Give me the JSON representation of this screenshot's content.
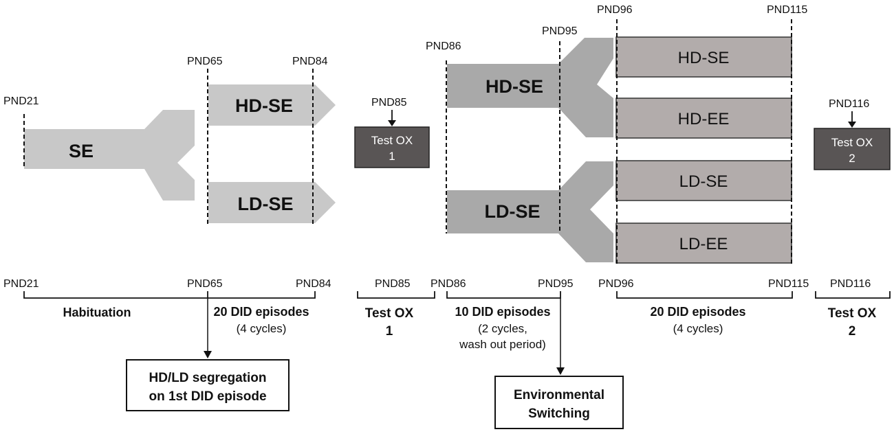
{
  "colors": {
    "light_arrow": "#c8c8c8",
    "mid_arrow": "#a9a9a9",
    "group_box": "#b2acab",
    "test_box": "#595555",
    "text": "#111111"
  },
  "timeline_top": {
    "pnd21": "PND21",
    "pnd65": "PND65",
    "pnd84": "PND84",
    "pnd85": "PND85",
    "pnd86": "PND86",
    "pnd95": "PND95",
    "pnd96": "PND96",
    "pnd115": "PND115",
    "pnd116": "PND116"
  },
  "phase1": {
    "se": "SE",
    "hd_se": "HD-SE",
    "ld_se": "LD-SE"
  },
  "test1": {
    "line1": "Test OX",
    "line2": "1"
  },
  "phase2": {
    "hd_se": "HD-SE",
    "ld_se": "LD-SE"
  },
  "groups": [
    "HD-SE",
    "HD-EE",
    "LD-SE",
    "LD-EE"
  ],
  "test2": {
    "line1": "Test OX",
    "line2": "2"
  },
  "timeline_bottom": {
    "pnd21": "PND21",
    "pnd65": "PND65",
    "pnd84": "PND84",
    "pnd85": "PND85",
    "pnd86": "PND86",
    "pnd95": "PND95",
    "pnd96": "PND96",
    "pnd115": "PND115",
    "pnd116": "PND116",
    "habituation": "Habituation",
    "did20_a": "20 DID episodes",
    "cycles4_a": "(4 cycles)",
    "test_ox1_l1": "Test OX",
    "test_ox1_l2": "1",
    "did10": "10 DID episodes",
    "cycles2": "(2 cycles,",
    "washout": "wash out period)",
    "did20_b": "20 DID episodes",
    "cycles4_b": "(4 cycles)",
    "test_ox2_l1": "Test OX",
    "test_ox2_l2": "2"
  },
  "notes": {
    "segregation_l1": "HD/LD segregation",
    "segregation_l2": "on 1st DID episode",
    "switching_l1": "Environmental",
    "switching_l2": "Switching"
  }
}
